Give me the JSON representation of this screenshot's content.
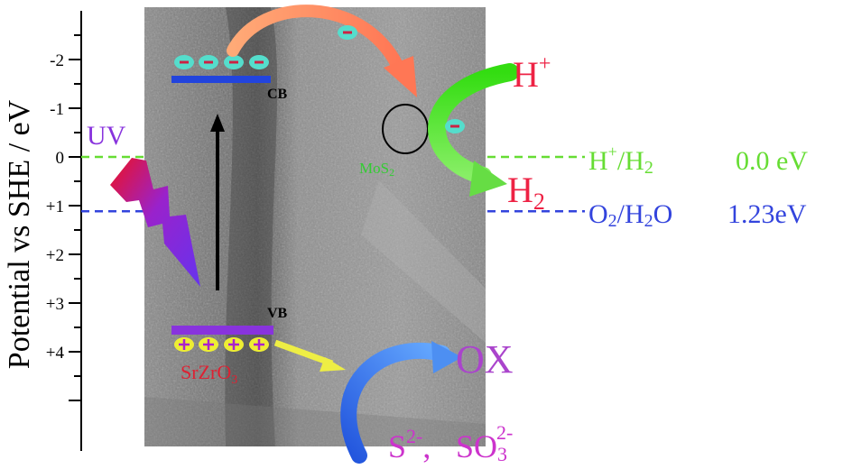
{
  "axis": {
    "label": "Potential vs SHE / eV",
    "ticks": [
      "-2",
      "-1",
      "0",
      "+1",
      "+2",
      "+3",
      "+4"
    ]
  },
  "labels": {
    "cb": "CB",
    "vb": "VB",
    "uv": "UV",
    "mos2": "MoS",
    "mos2_sub": "2",
    "srzro3": "SrZrO",
    "srzro3_sub": "3",
    "h_plus": "H",
    "h_plus_sup": "+",
    "h2": "H",
    "h2_sub": "2",
    "ox": "OX",
    "s": "S",
    "s_sup": "2-",
    "s_comma": ",",
    "so": "SO",
    "so_sub": "3",
    "so_sup": "2-"
  },
  "potentials": [
    {
      "couple_a": "H",
      "couple_a_sup": "+",
      "couple_b": "/H",
      "couple_b_sub": "2",
      "value": "0.0 eV",
      "level": 0.0,
      "color": "#66dd33"
    },
    {
      "couple_a": "O",
      "couple_a_sub": "2",
      "couple_b": "/H",
      "couple_b_sub": "2",
      "couple_c": "O",
      "value": "1.23eV",
      "level": 1.23,
      "color": "#3344dd"
    }
  ],
  "colors": {
    "electron_fill": "#55ddcc",
    "electron_sign": "#cc2244",
    "hole_fill": "#eeee33",
    "cb_band": "#2244dd",
    "vb_band": "#8833dd",
    "uv_text": "#8833dd",
    "mos2_text": "#33cc33",
    "srzro3_text": "#dd2233",
    "h_text": "#ee2244",
    "ox_text": "#aa44cc",
    "sulfide_text": "#cc33cc",
    "green_arrow": "#44dd22",
    "orange_arrow": "#ff8866",
    "blue_arrow": "#3377ee",
    "yellow_arrow": "#eeee44"
  },
  "icons": [
    "electron-icon",
    "hole-icon",
    "lightning-icon",
    "curved-arrow-icon"
  ]
}
